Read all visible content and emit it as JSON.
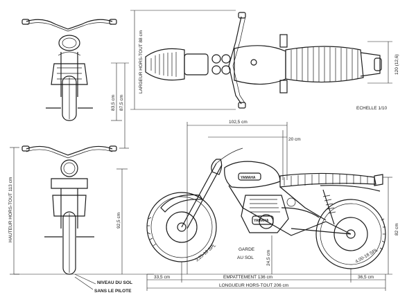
{
  "labels": {
    "width": "LARGEUR HORS-TOUT 88 cm",
    "width_rear": "120 (12,6)",
    "scale": "ECHELLE 1/10",
    "front_h1": "83,5 cm",
    "front_h2": "87,5 cm",
    "height_total": "HAUTEUR HORS-TOUT 113 cm",
    "seat_height": "92,5 cm",
    "span_top": "102,5 cm",
    "span_top2": "20 cm",
    "rear_height": "82 cm",
    "clearance": "24,5 cm",
    "garde1": "GARDE",
    "garde2": "AU SOL",
    "front_tire": "3,25-18 SPL",
    "rear_tire": "4,00-18 SPL",
    "front_overhang": "33,5 cm",
    "rear_overhang": "36,5 cm",
    "wheelbase": "EMPATTEMENT 136 cm",
    "length": "LONGUEUR HORS-TOUT 206 cm",
    "ground": "NIVEAU DU SOL",
    "rider": "SANS LE PILOTE",
    "tank_brand": "YAMAHA",
    "case_brand": "YAMAHA"
  }
}
